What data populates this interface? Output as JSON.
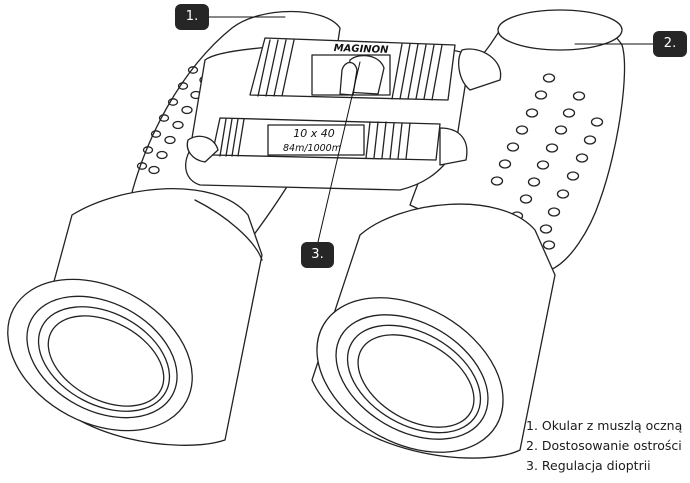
{
  "diagram": {
    "brand": "MAGINON",
    "spec_magnification": "10 x 40",
    "spec_field": "84m/1000m",
    "callouts": [
      "1.",
      "2.",
      "3."
    ],
    "legend": [
      "1. Okular z muszlą oczną",
      "2. Dostosowanie ostrości",
      "3. Regulacja dioptrii"
    ]
  }
}
